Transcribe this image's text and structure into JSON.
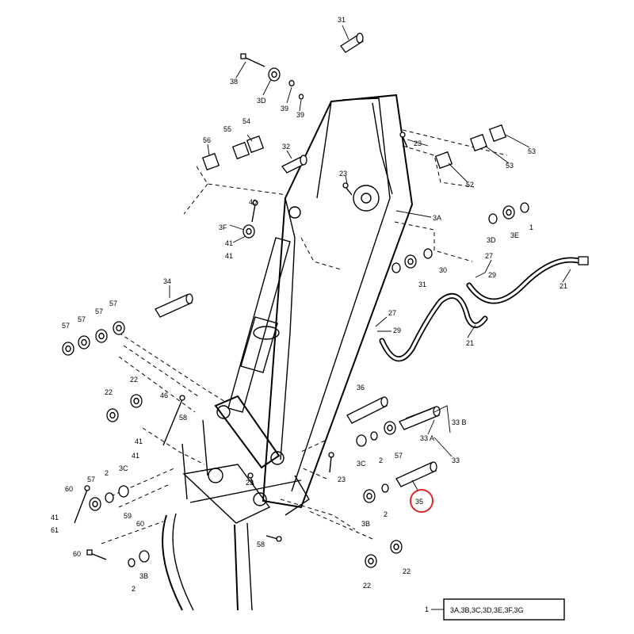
{
  "callouts": {
    "c31": "31",
    "c38": "38",
    "c3D_top": "3D",
    "c39a": "39",
    "c39b": "39",
    "c56": "56",
    "c55": "55",
    "c54": "54",
    "c32": "32",
    "c23a": "23",
    "c53a": "53",
    "c53b": "53",
    "c52a": "52",
    "c52b": "52",
    "c23b": "23",
    "c40": "40",
    "c3F": "3F",
    "c41a": "41",
    "c41b": "41",
    "c3A": "3A",
    "c3D_r": "3D",
    "c3E": "3E",
    "c1_r": "1",
    "c27a": "27",
    "c29a": "29",
    "c31b": "31",
    "c30": "30",
    "c21a": "21",
    "c34": "34",
    "c57a": "57",
    "c57b": "57",
    "c57c": "57",
    "c57d": "57",
    "c27b": "27",
    "c29b": "29",
    "c21b": "21",
    "c22a": "22",
    "c22b": "22",
    "c46": "46",
    "c58a": "58",
    "c41c": "41",
    "c41d": "41",
    "c36": "36",
    "c33B": "33 B",
    "c33A": "33 A",
    "c33": "33",
    "c3C_r": "3C",
    "c2a": "2",
    "c57e": "57",
    "c23c": "23",
    "c23d": "23",
    "c35": "35",
    "c60a": "60",
    "c57f": "57",
    "c2b": "2",
    "c3C_l": "3C",
    "c41e": "41",
    "c61": "61",
    "c59": "59",
    "c60b": "60",
    "c3B": "3B",
    "c2c": "2",
    "c58b": "58",
    "c60c": "60",
    "c2d": "2",
    "c3B_b": "3B",
    "c22c": "22",
    "c22d": "22"
  },
  "assembly": {
    "ref_number": "1",
    "codes": "3A,3B,3C,3D,3E,3F,3G"
  },
  "highlight_color": "#d62828"
}
